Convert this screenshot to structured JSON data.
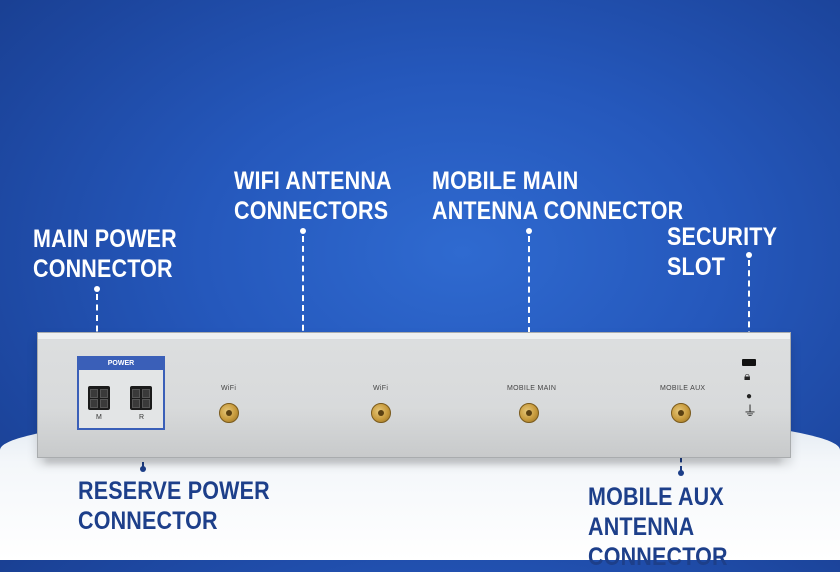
{
  "callouts": {
    "wifi_antenna": "WIFI ANTENNA\nCONNECTORS",
    "mobile_main": "MOBILE MAIN\nANTENNA CONNECTOR",
    "main_power": "MAIN POWER\nCONNECTOR",
    "security_slot": "SECURITY SLOT",
    "reserve_power": "RESERVE POWER\nCONNECTOR",
    "mobile_aux": "MOBILE AUX ANTENNA\nCONNECTOR"
  },
  "panel": {
    "power_header": "POWER",
    "power_m": "M",
    "power_r": "R",
    "wifi_1": "WiFi",
    "wifi_2": "WiFi",
    "mobile_main": "MOBILE MAIN",
    "mobile_aux": "MOBILE AUX"
  },
  "icons": [
    "lock-icon",
    "info-icon",
    "ground-icon"
  ],
  "colors": {
    "background": "#2558bc",
    "callout_text_light": "#ffffff",
    "callout_text_dark": "#1d3f8a",
    "power_box": "#3a5fb8",
    "antenna_gold": "#c79a3c"
  }
}
